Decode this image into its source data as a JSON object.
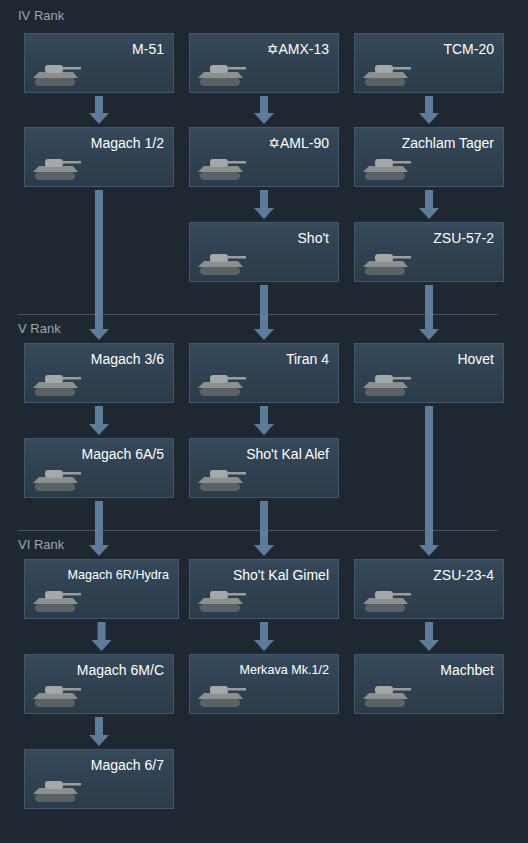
{
  "diagram": {
    "nodes": [
      {
        "text": [
          "M-51"
        ]
      },
      {
        "text": [
          "✡AMX-13"
        ]
      },
      {
        "text": [
          "TCM-20"
        ]
      },
      {
        "text": [
          "Magach 1/2"
        ]
      },
      {
        "text": [
          "✡AML-90"
        ]
      },
      {
        "text": [
          "Zachlam Tager"
        ]
      },
      {
        "text": [
          "Sho't"
        ]
      },
      {
        "text": [
          "ZSU-57-2"
        ]
      },
      {
        "text": [
          "Magach 3/6"
        ]
      },
      {
        "text": [
          "Tiran 4"
        ]
      },
      {
        "text": [
          "Hovet"
        ]
      },
      {
        "text": [
          "Magach 6A/5"
        ]
      },
      {
        "text": [
          "Sho't Kal Alef"
        ]
      },
      {
        "text": [
          "Magach 6R/Hydra"
        ]
      },
      {
        "text": [
          "Sho't Kal Gimel"
        ]
      },
      {
        "text": [
          "ZSU-23-4"
        ]
      },
      {
        "text": [
          "Magach 6M/C"
        ]
      },
      {
        "text": [
          "Merkava Mk.1/2"
        ]
      },
      {
        "text": [
          "Machbet"
        ]
      },
      {
        "text": [
          "Magach 6/7"
        ]
      }
    ],
    "edges": [
      {
        "from": 0,
        "to": 3,
        "arrow": "to"
      },
      {
        "from": 3,
        "to": 8,
        "arrow": "to"
      },
      {
        "from": 8,
        "to": 11,
        "arrow": "to"
      },
      {
        "from": 11,
        "to": 13,
        "arrow": "to"
      },
      {
        "from": 13,
        "to": 16,
        "arrow": "to"
      },
      {
        "from": 16,
        "to": 19,
        "arrow": "to"
      },
      {
        "from": 1,
        "to": 4,
        "arrow": "to"
      },
      {
        "from": 4,
        "to": 6,
        "arrow": "to"
      },
      {
        "from": 6,
        "to": 9,
        "arrow": "to"
      },
      {
        "from": 9,
        "to": 12,
        "arrow": "to"
      },
      {
        "from": 12,
        "to": 14,
        "arrow": "to"
      },
      {
        "from": 14,
        "to": 17,
        "arrow": "to"
      },
      {
        "from": 2,
        "to": 5,
        "arrow": "to"
      },
      {
        "from": 5,
        "to": 7,
        "arrow": "to"
      },
      {
        "from": 7,
        "to": 10,
        "arrow": "to"
      },
      {
        "from": 10,
        "to": 15,
        "arrow": "to"
      },
      {
        "from": 15,
        "to": 18,
        "arrow": "to"
      }
    ],
    "labels": [
      "IV Rank",
      "V Rank",
      "VI Rank"
    ]
  }
}
